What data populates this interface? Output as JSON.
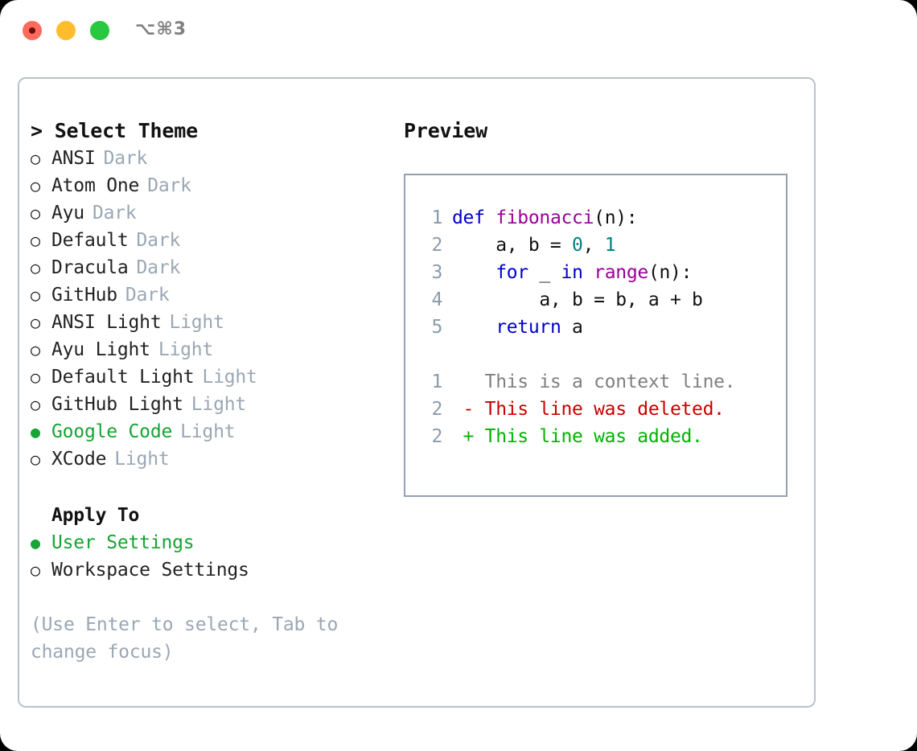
{
  "window": {
    "shortcut": "⌥⌘3",
    "lights": [
      {
        "name": "close",
        "color": "#ff6a5f"
      },
      {
        "name": "minimize",
        "color": "#ffbd2e"
      },
      {
        "name": "maximize",
        "color": "#28c840"
      }
    ]
  },
  "theme_list": {
    "header": "> Select Theme",
    "items": [
      {
        "marker": "○",
        "label": "ANSI",
        "category": "Dark",
        "selected": false
      },
      {
        "marker": "○",
        "label": "Atom One",
        "category": "Dark",
        "selected": false
      },
      {
        "marker": "○",
        "label": "Ayu",
        "category": "Dark",
        "selected": false
      },
      {
        "marker": "○",
        "label": "Default",
        "category": "Dark",
        "selected": false
      },
      {
        "marker": "○",
        "label": "Dracula",
        "category": "Dark",
        "selected": false
      },
      {
        "marker": "○",
        "label": "GitHub",
        "category": "Dark",
        "selected": false
      },
      {
        "marker": "○",
        "label": "ANSI Light",
        "category": "Light",
        "selected": false
      },
      {
        "marker": "○",
        "label": "Ayu Light",
        "category": "Light",
        "selected": false
      },
      {
        "marker": "○",
        "label": "Default Light",
        "category": "Light",
        "selected": false
      },
      {
        "marker": "○",
        "label": "GitHub Light",
        "category": "Light",
        "selected": false
      },
      {
        "marker": "●",
        "label": "Google Code",
        "category": "Light",
        "selected": true
      },
      {
        "marker": "○",
        "label": "XCode",
        "category": "Light",
        "selected": false
      }
    ]
  },
  "apply_to": {
    "header": "Apply To",
    "items": [
      {
        "marker": "●",
        "label": "User Settings",
        "selected": true
      },
      {
        "marker": "○",
        "label": "Workspace Settings",
        "selected": false
      }
    ]
  },
  "hint": "(Use Enter to select, Tab to change focus)",
  "preview": {
    "title": "Preview",
    "code_lines": [
      {
        "lno": "1",
        "tokens": [
          {
            "t": "def ",
            "c": "kw"
          },
          {
            "t": "fibonacci",
            "c": "fn"
          },
          {
            "t": "(n):",
            "c": "pln"
          }
        ]
      },
      {
        "lno": "2",
        "tokens": [
          {
            "t": "    a, b = ",
            "c": "pln"
          },
          {
            "t": "0",
            "c": "num"
          },
          {
            "t": ", ",
            "c": "pln"
          },
          {
            "t": "1",
            "c": "num"
          }
        ]
      },
      {
        "lno": "3",
        "tokens": [
          {
            "t": "    ",
            "c": "pln"
          },
          {
            "t": "for",
            "c": "kw"
          },
          {
            "t": " _ ",
            "c": "pln"
          },
          {
            "t": "in",
            "c": "kw"
          },
          {
            "t": " ",
            "c": "pln"
          },
          {
            "t": "range",
            "c": "fn"
          },
          {
            "t": "(n):",
            "c": "pln"
          }
        ]
      },
      {
        "lno": "4",
        "tokens": [
          {
            "t": "        a, b = b, a + b",
            "c": "pln"
          }
        ]
      },
      {
        "lno": "5",
        "tokens": [
          {
            "t": "    ",
            "c": "pln"
          },
          {
            "t": "return",
            "c": "kw"
          },
          {
            "t": " a",
            "c": "pln"
          }
        ]
      }
    ],
    "diff_lines": [
      {
        "lno": "1",
        "tokens": [
          {
            "t": "   This is a context line.",
            "c": "ctx"
          }
        ]
      },
      {
        "lno": "2",
        "tokens": [
          {
            "t": " - This line was deleted.",
            "c": "del"
          }
        ]
      },
      {
        "lno": "2",
        "tokens": [
          {
            "t": " + This line was added.",
            "c": "add"
          }
        ]
      }
    ]
  }
}
